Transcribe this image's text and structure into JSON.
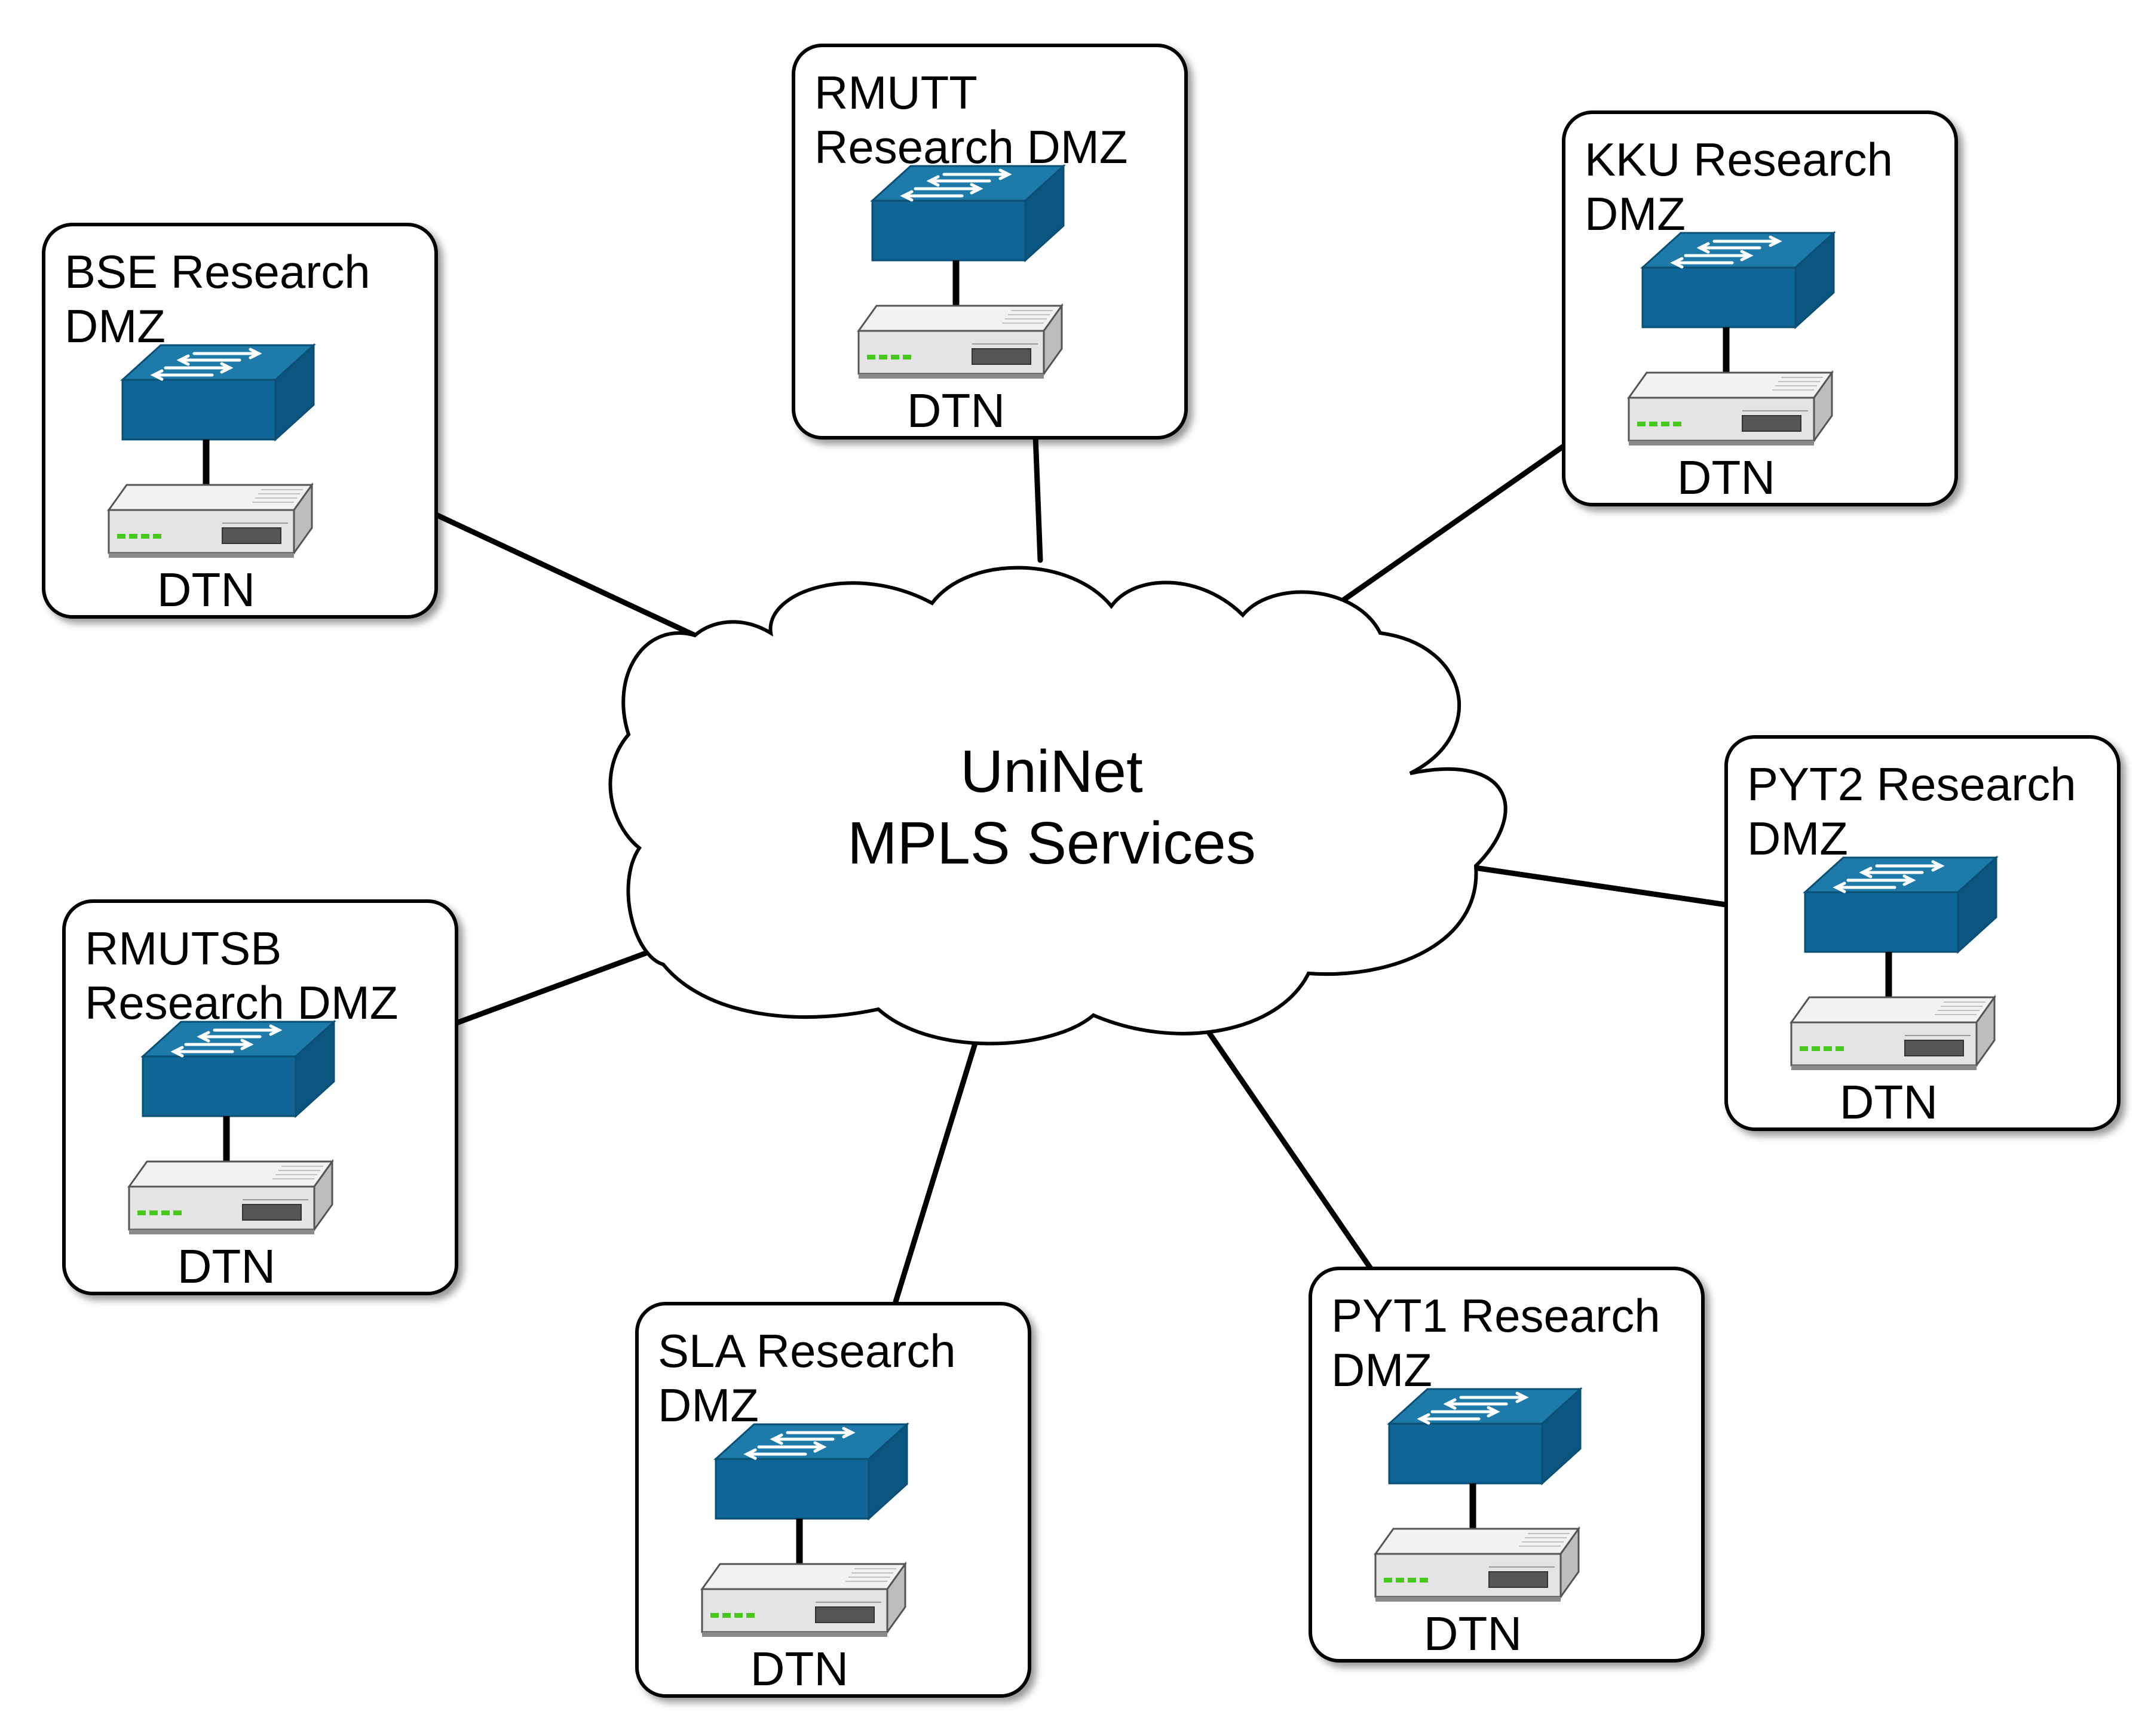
{
  "cloud": {
    "line1": "UniNet",
    "line2": "MPLS Services"
  },
  "sites": [
    {
      "id": "bse",
      "title": [
        "BSE Research",
        "DMZ"
      ],
      "dtn_label": "DTN"
    },
    {
      "id": "rmutt",
      "title": [
        "RMUTT",
        "Research DMZ"
      ],
      "dtn_label": "DTN"
    },
    {
      "id": "kku",
      "title": [
        "KKU Research",
        "DMZ"
      ],
      "dtn_label": "DTN"
    },
    {
      "id": "pyt2",
      "title": [
        "PYT2 Research",
        "DMZ"
      ],
      "dtn_label": "DTN"
    },
    {
      "id": "pyt1",
      "title": [
        "PYT1 Research",
        "DMZ"
      ],
      "dtn_label": "DTN"
    },
    {
      "id": "sla",
      "title": [
        "SLA Research",
        "DMZ"
      ],
      "dtn_label": "DTN"
    },
    {
      "id": "rmutsb",
      "title": [
        "RMUTSB",
        "Research DMZ"
      ],
      "dtn_label": "DTN"
    }
  ],
  "icons": {
    "switch": "network-switch-icon",
    "server": "dtn-server-icon"
  },
  "colors": {
    "switch_top": "#1e7aa8",
    "switch_front": "#0f6696",
    "switch_side": "#0b5680",
    "server_body": "#e4e4e4",
    "server_led": "#46c81e"
  }
}
